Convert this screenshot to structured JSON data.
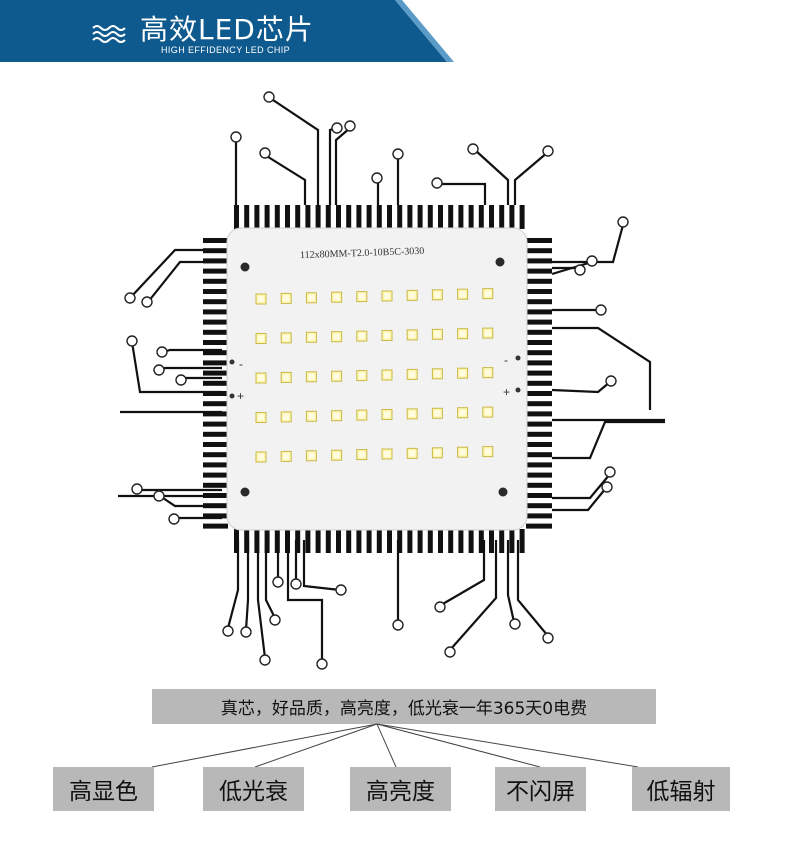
{
  "header": {
    "title": "高效LED芯片",
    "subtitle": "HIGH EFFIDENCY LED CHIP",
    "icon": "wave-icon",
    "banner_color": "#0e5a8e"
  },
  "chip": {
    "model_label": "112x80MM-T2.0-10B5C-3030",
    "minus_left": "-",
    "plus_left": "+",
    "minus_right": "-",
    "plus_right": "+",
    "led_rows": 5,
    "led_cols": 10
  },
  "summary": {
    "text": "真芯，好品质，高亮度，低光衰一年365天0电费"
  },
  "features": [
    {
      "label": "高显色"
    },
    {
      "label": "低光衰"
    },
    {
      "label": "高亮度"
    },
    {
      "label": "不闪屏"
    },
    {
      "label": "低辐射"
    }
  ],
  "colors": {
    "box_gray": "#b8b8b8",
    "trace": "#111111"
  }
}
